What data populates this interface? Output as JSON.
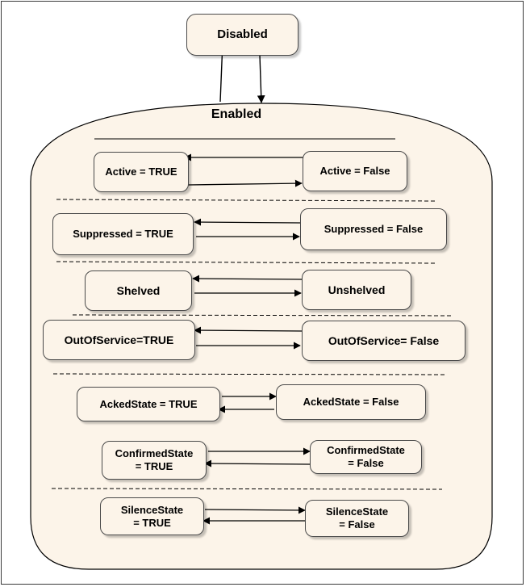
{
  "diagram": {
    "disabled_state": "Disabled",
    "enabled_region_label": "Enabled",
    "pairs": [
      {
        "left": "Active = TRUE",
        "right": "Active = False"
      },
      {
        "left": "Suppressed = TRUE",
        "right": "Suppressed = False"
      },
      {
        "left": "Shelved",
        "right": "Unshelved"
      },
      {
        "left": "OutOfService=TRUE",
        "right": "OutOfService= False"
      },
      {
        "left": "AckedState = TRUE",
        "right": "AckedState = False"
      },
      {
        "left": "ConfirmedState\n= TRUE",
        "right": "ConfirmedState\n= False"
      },
      {
        "left": "SilenceState\n= TRUE",
        "right": "SilenceState\n= False"
      }
    ],
    "colors": {
      "state_fill": "#fcf4e9",
      "region_fill": "#fcf4e9",
      "stroke": "#000000"
    }
  }
}
